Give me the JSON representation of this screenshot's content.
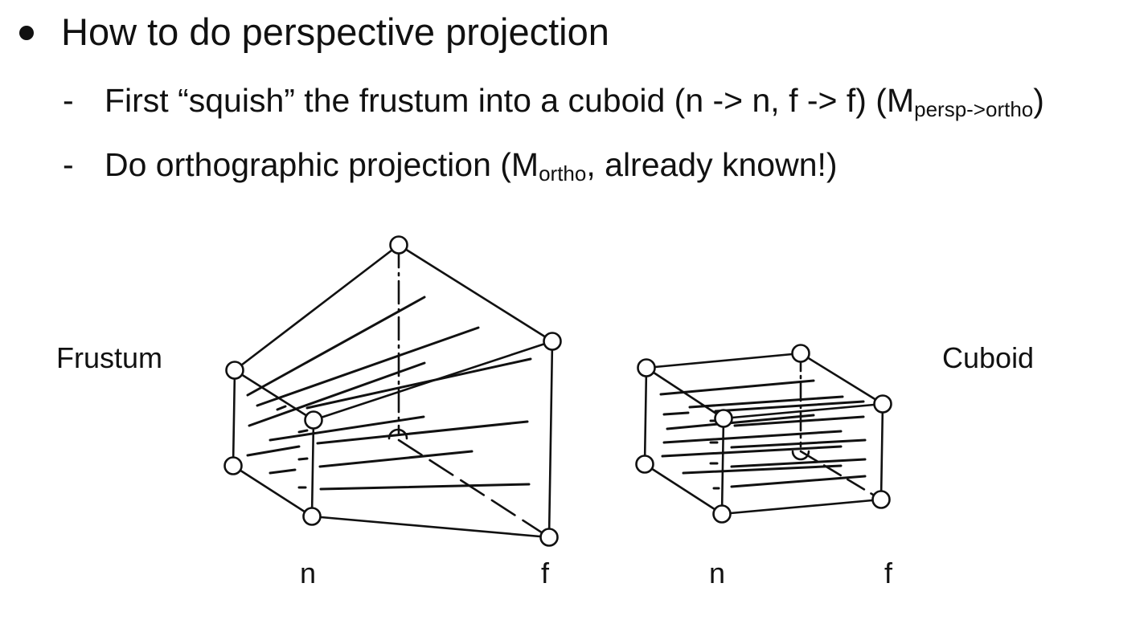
{
  "slide": {
    "heading": "How to do perspective projection",
    "bullets": [
      {
        "text_before": "First “squish” the frustum into a cuboid (n -> n, f -> f) (M",
        "subscript": "persp->ortho",
        "text_after": ")"
      },
      {
        "text_before": "Do orthographic projection (M",
        "subscript": "ortho",
        "text_after": ", already known!)"
      }
    ]
  },
  "figure": {
    "frustum_label": "Frustum",
    "cuboid_label": "Cuboid",
    "frustum_near_label": "n",
    "frustum_far_label": "f",
    "cuboid_near_label": "n",
    "cuboid_far_label": "f"
  }
}
